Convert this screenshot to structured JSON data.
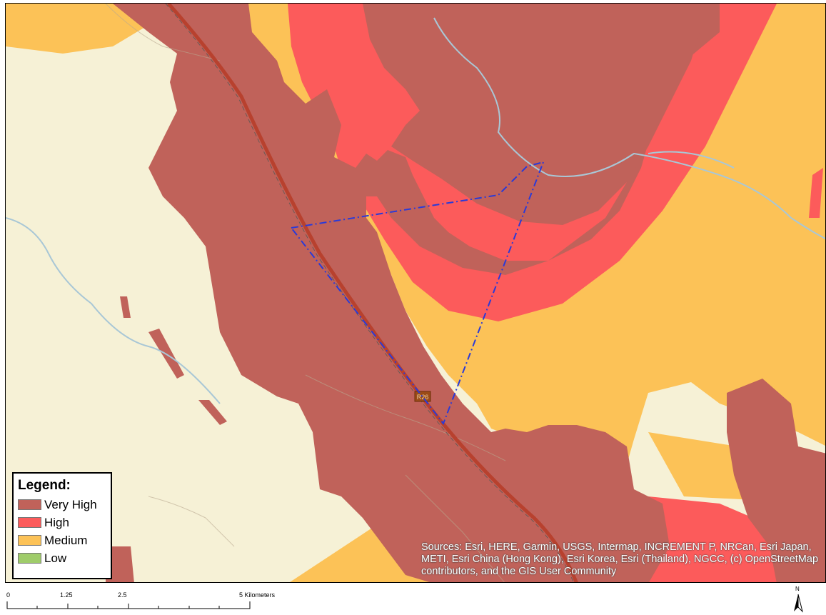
{
  "legend": {
    "title": "Legend:",
    "items": [
      {
        "label": "Very High",
        "color": "#c0625a"
      },
      {
        "label": "High",
        "color": "#fc5b5b"
      },
      {
        "label": "Medium",
        "color": "#fcc257"
      },
      {
        "label": "Low",
        "color": "#9fcc6a"
      }
    ]
  },
  "attribution": "Sources: Esri, HERE, Garmin, USGS, Intermap, INCREMENT P, NRCan, Esri Japan, METI, Esri China (Hong Kong), Esri Korea, Esri (Thailand), NGCC, (c) OpenStreetMap contributors, and the GIS User Community",
  "road_shield": "R26",
  "scale_bar": {
    "ticks": [
      "0",
      "1.25",
      "2.5",
      "5 Kilometers"
    ]
  },
  "north_arrow": {
    "label": "N"
  },
  "colors": {
    "basemap": "#f6f1d6",
    "boundary_line": "#2a3ad8",
    "river": "#a9c7d6"
  }
}
